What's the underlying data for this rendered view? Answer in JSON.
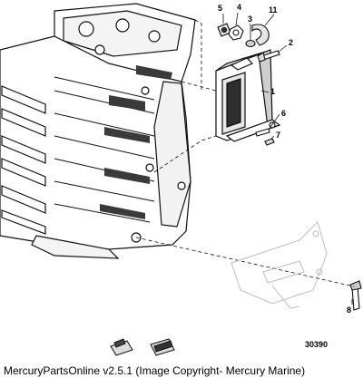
{
  "callouts": {
    "c1": "1",
    "c2": "2",
    "c3": "3",
    "c4": "4",
    "c5": "5",
    "c6": "6",
    "c7": "7",
    "c8": "8",
    "c11": "11"
  },
  "figure_number": "30390",
  "copyright": "MercuryPartsOnline v2.5.1 (Image Copyright- Mercury Marine)"
}
